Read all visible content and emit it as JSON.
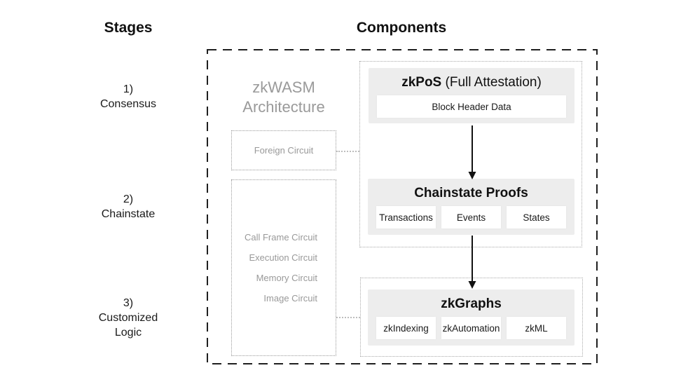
{
  "headers": {
    "stages": "Stages",
    "components": "Components"
  },
  "stages": [
    {
      "number": "1)",
      "label": "Consensus"
    },
    {
      "number": "2)",
      "label": "Chainstate"
    },
    {
      "number": "3)",
      "label": "Customized Logic"
    }
  ],
  "architecture": {
    "label": "zkWASM Architecture",
    "foreign_circuit": "Foreign Circuit",
    "circuits": [
      "Call Frame Circuit",
      "Execution Circuit",
      "Memory Circuit",
      "Image Circuit"
    ]
  },
  "components": {
    "zkpos": {
      "title_bold": "zkPoS",
      "title_suffix": " (Full Attestation)",
      "items": [
        "Block Header Data"
      ]
    },
    "chainstate_proofs": {
      "title": "Chainstate Proofs",
      "items": [
        "Transactions",
        "Events",
        "States"
      ]
    },
    "zkgraphs": {
      "title": "zkGraphs",
      "items": [
        "zkIndexing",
        "zkAutomation",
        "zkML"
      ]
    }
  },
  "colors": {
    "outer_dash": "#1f1f1f",
    "dotted_border": "#a9a9a9",
    "muted_text": "#9a9a9a",
    "panel_gray": "#ededed",
    "arrow": "#111111"
  }
}
